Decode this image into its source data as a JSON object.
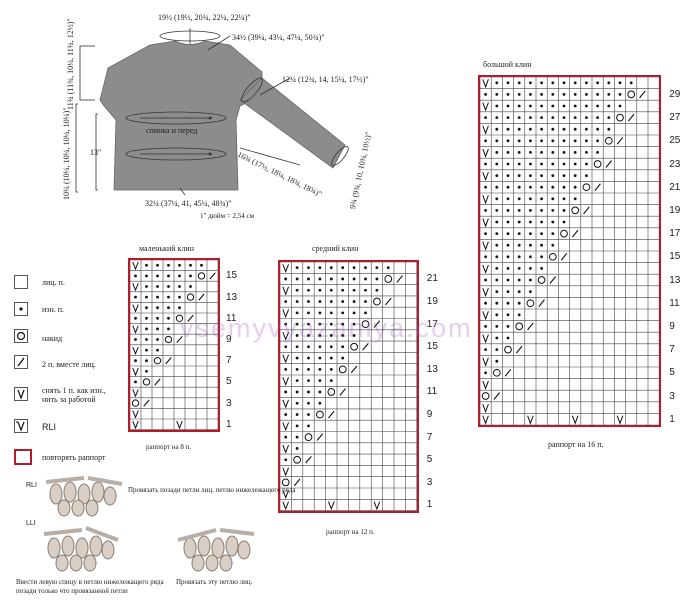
{
  "schematic": {
    "neck_width": "19½ (19½, 20¾, 22¼, 22¼)\"",
    "upper_width": "34½ (39¼, 43¼, 47¼, 50¾)\"",
    "armhole_depth": "11¾ (11¾, 10¼, 11¾, 12½)\"",
    "upper_arm": "12¼ (12¾, 14, 15¼, 17½)\"",
    "body_label": "спинка и перед",
    "side_length": "10¼ (10¼, 10¼, 10¼, 10¼)\"",
    "lower_length": "13\"",
    "sleeve_length": "16¾ (17½, 18¼, 18¾, 18¾)\"",
    "cuff": "9¾ (9¾, 10, 10¾, 10½)\"",
    "hip_width": "32¼ (37¼, 41, 45¼, 48¾)\"",
    "conversion": "1\" дюйм = 2,54 см"
  },
  "small_chart": {
    "title": "маленький клин",
    "repeat_label": "раппорт на 8 п.",
    "row_numbers": [
      "15",
      "13",
      "11",
      "9",
      "7",
      "5",
      "3",
      "1"
    ]
  },
  "medium_chart": {
    "title": "средний клин",
    "repeat_label": "раппорт на 12 п.",
    "row_numbers": [
      "21",
      "19",
      "17",
      "15",
      "13",
      "11",
      "9",
      "7",
      "5",
      "3",
      "1"
    ]
  },
  "large_chart": {
    "title": "большой клин",
    "repeat_label": "раппорт на 16 п.",
    "row_numbers": [
      "29",
      "27",
      "25",
      "23",
      "21",
      "19",
      "17",
      "15",
      "13",
      "11",
      "9",
      "7",
      "5",
      "3",
      "1"
    ]
  },
  "legend": {
    "knit": "лиц. п.",
    "purl": "изн. п.",
    "yo": "накид",
    "k2tog": "2 п. вместе лиц.",
    "slip": "снять 1 п. как изн., нить за работой",
    "rli": "RLI",
    "repeat": "повторять раппорт"
  },
  "techniques": {
    "rli_label": "RLI",
    "lli_label": "LLI",
    "rli_desc": "Провязать позади петли лиц. петлю нижележащего ряда",
    "lli_desc": "Ввести левую спицу в петлю нижележащего ряда позади только что провязанной петли",
    "lli_desc2": "Провязать эту петлю лиц."
  },
  "watermark": "vsemyvyazaniya.com",
  "colors": {
    "chart_border": "#b41c2a",
    "grid": "#444444",
    "watermark": "#a050c8"
  }
}
